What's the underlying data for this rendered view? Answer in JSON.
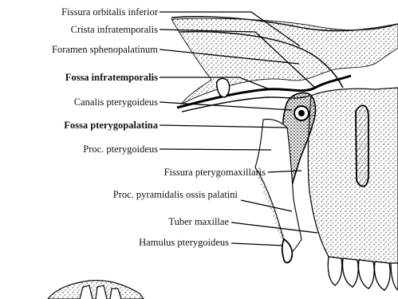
{
  "labels": [
    {
      "text": "Fissura orbitalis inferior",
      "bold": false
    },
    {
      "text": "Crista infratemporalis",
      "bold": false
    },
    {
      "text": "Foramen sphenopalatinum",
      "bold": false
    },
    {
      "text": "Fossa infratemporalis",
      "bold": true
    },
    {
      "text": "Canalis pterygoideus",
      "bold": false
    },
    {
      "text": "Fossa pterygopalatina",
      "bold": true
    },
    {
      "text": "Proc. pterygoideus",
      "bold": false
    },
    {
      "text": "Fissura pterygomaxillaris",
      "bold": false
    },
    {
      "text": "Proc. pyramidalis ossis palatini",
      "bold": false
    },
    {
      "text": "Tuber maxillae",
      "bold": false
    },
    {
      "text": "Hamulus pterygoideus",
      "bold": false
    }
  ]
}
